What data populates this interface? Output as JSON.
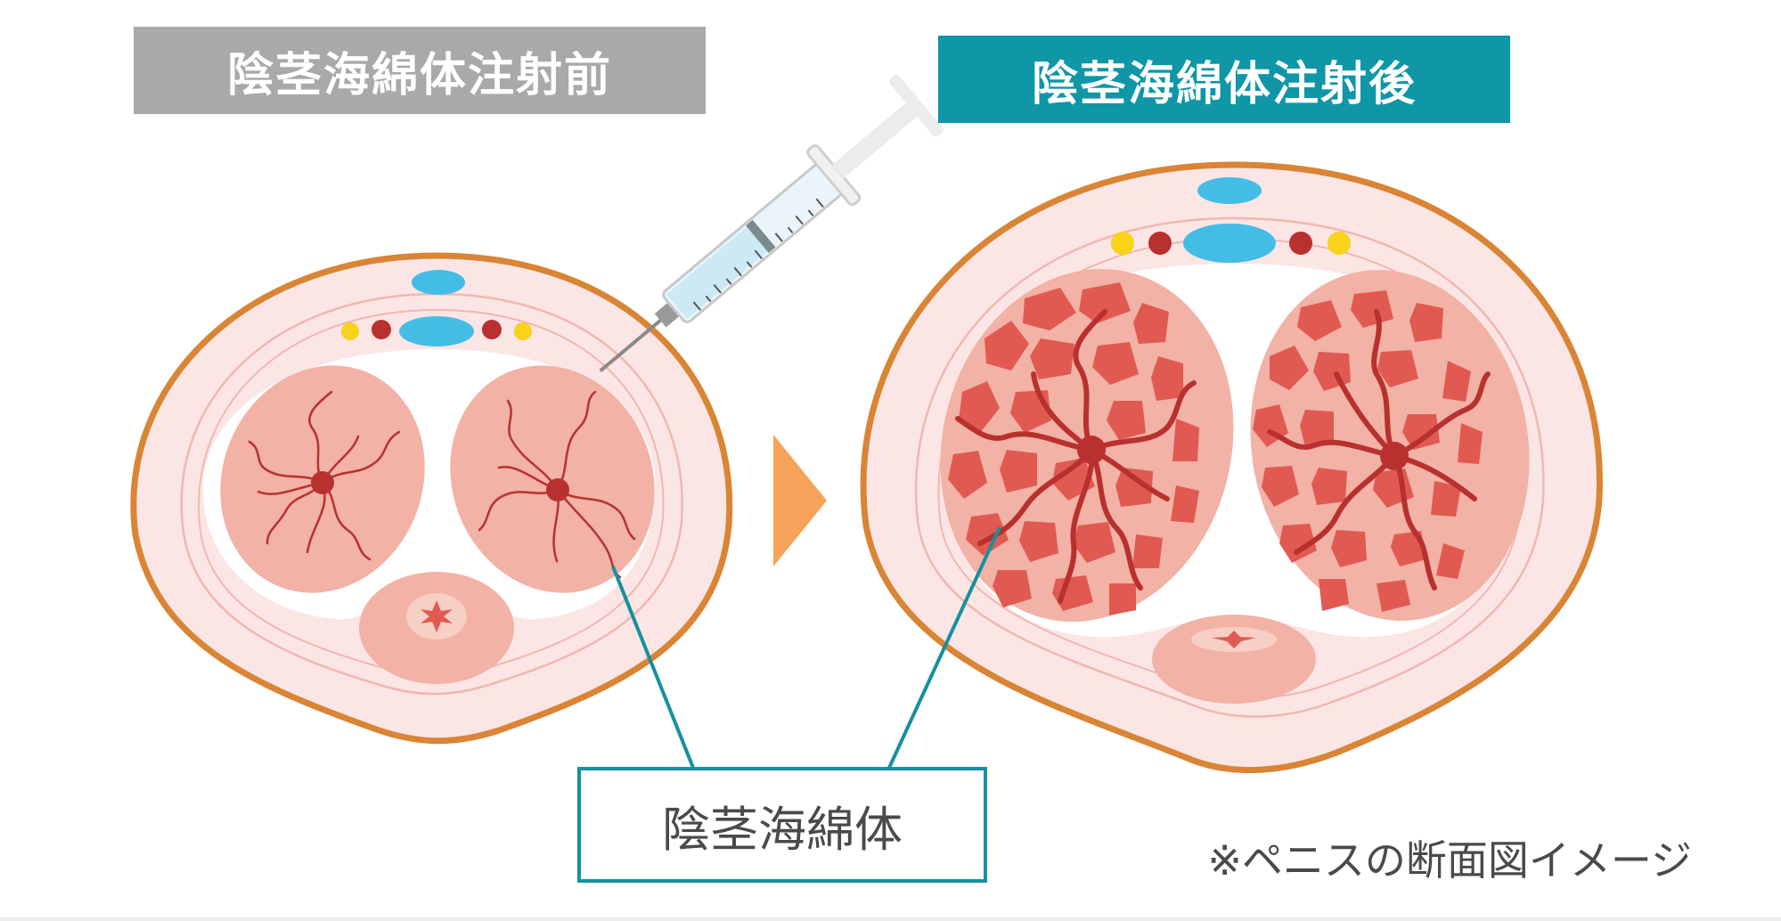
{
  "labels": {
    "before_title": "陰茎海綿体注射前",
    "after_title": "陰茎海綿体注射後",
    "corpus_label": "陰茎海綿体",
    "caption": "※ペニスの断面図イメージ"
  },
  "colors": {
    "before_title_bg": "#a9a9a9",
    "after_title_bg": "#0f96a7",
    "outline": "#d98535",
    "skin": "#fbe6e5",
    "tunica": "#ffffff",
    "corpus_before": "#f2b2a5",
    "corpus_after": "#f2b2a5",
    "sinusoid": "#e05a52",
    "vessel_dark": "#b8312f",
    "vein": "#43bde6",
    "nerve": "#f9d21a",
    "arrow": "#f8a35a",
    "leader": "#16909f"
  },
  "icons": {
    "syringe": "syringe-icon",
    "arrow": "arrow-right-icon"
  }
}
